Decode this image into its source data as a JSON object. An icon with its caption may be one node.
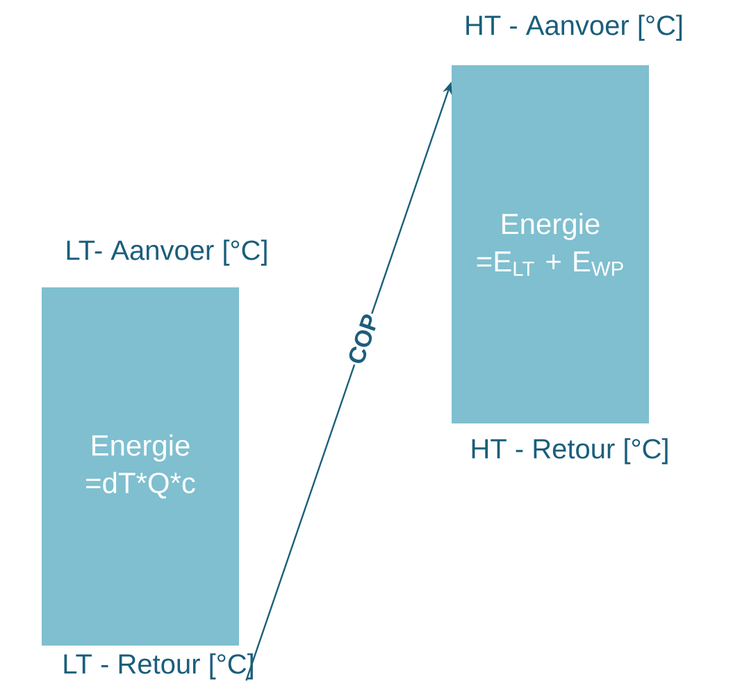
{
  "diagram": {
    "nodes": [
      {
        "text": [
          "LT- Aanvoer [°C]",
          "Energie =dT*Q*c"
        ],
        "beside": [
          "LT - Retour [°C]"
        ]
      },
      {
        "text": [
          "HT - Aanvoer [°C]",
          "Energie =E$_{LT}$ + E$_{WP}$"
        ],
        "beside": [
          "HT - Retour [°C]"
        ]
      }
    ],
    "edges": [
      {
        "from": 0,
        "to": 1,
        "arrow": "to",
        "label": "COP"
      }
    ]
  }
}
